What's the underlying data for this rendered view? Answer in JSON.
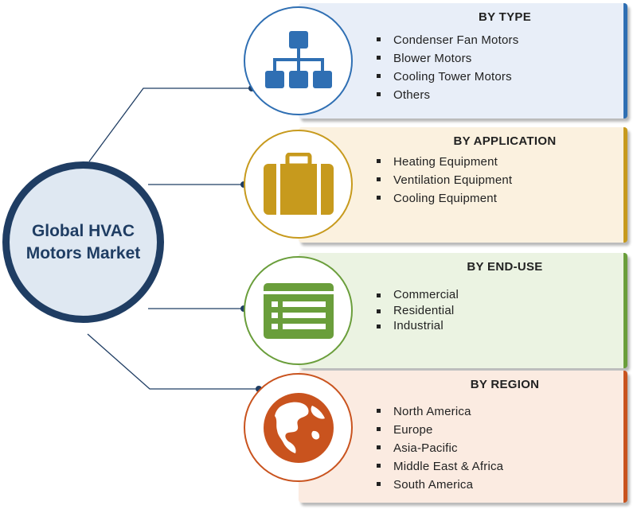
{
  "hub": {
    "title": "Global HVAC Motors Market",
    "color": "#1f3d63"
  },
  "segments": [
    {
      "heading": "BY TYPE",
      "icon": "hierarchy-icon",
      "accent": "#2f6fb3",
      "items": [
        "Condenser Fan Motors",
        "Blower Motors",
        "Cooling Tower Motors",
        "Others"
      ]
    },
    {
      "heading": "BY APPLICATION",
      "icon": "briefcase-icon",
      "accent": "#c79a1d",
      "items": [
        "Heating Equipment",
        "Ventilation Equipment",
        "Cooling Equipment"
      ]
    },
    {
      "heading": "BY END-USE",
      "icon": "list-window-icon",
      "accent": "#6a9e3b",
      "items": [
        "Commercial",
        "Residential",
        "Industrial"
      ]
    },
    {
      "heading": "BY REGION",
      "icon": "globe-icon",
      "accent": "#c9531e",
      "items": [
        "North America",
        "Europe",
        "Asia-Pacific",
        "Middle East & Africa",
        "South America"
      ]
    }
  ]
}
